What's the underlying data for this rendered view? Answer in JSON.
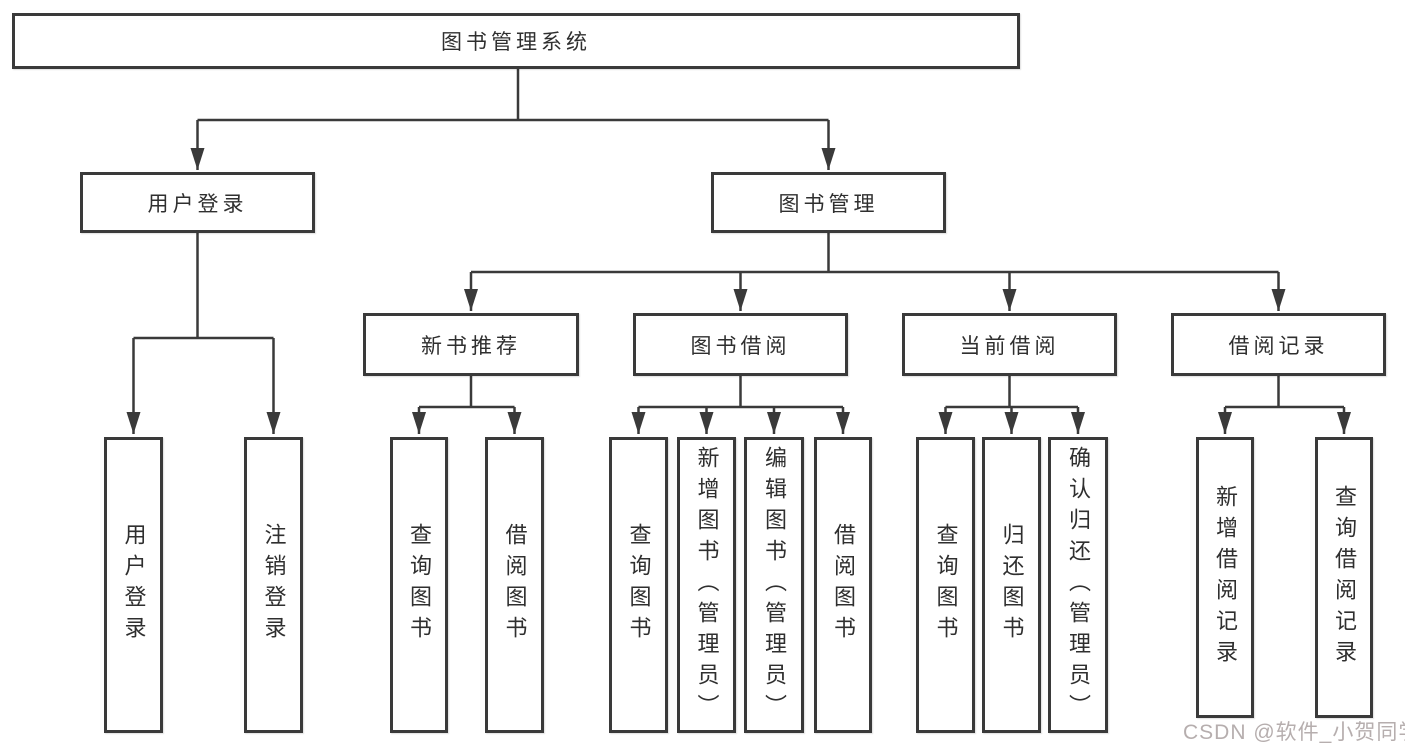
{
  "diagram": {
    "type": "hierarchy-tree",
    "root": {
      "label": "图书管理系统"
    },
    "branches": [
      {
        "label": "用户登录",
        "children": [
          {
            "label": "用户登录"
          },
          {
            "label": "注销登录"
          }
        ]
      },
      {
        "label": "图书管理",
        "children": [
          {
            "label": "新书推荐",
            "children": [
              {
                "label": "查询图书"
              },
              {
                "label": "借阅图书"
              }
            ]
          },
          {
            "label": "图书借阅",
            "children": [
              {
                "label": "查询图书"
              },
              {
                "label": "新增图书（管理员）"
              },
              {
                "label": "编辑图书（管理员）"
              },
              {
                "label": "借阅图书"
              }
            ]
          },
          {
            "label": "当前借阅",
            "children": [
              {
                "label": "查询图书"
              },
              {
                "label": "归还图书"
              },
              {
                "label": "确认归还（管理员）"
              }
            ]
          },
          {
            "label": "借阅记录",
            "children": [
              {
                "label": "新增借阅记录"
              },
              {
                "label": "查询借阅记录"
              }
            ]
          }
        ]
      }
    ]
  },
  "watermark": {
    "text": "CSDN @软件_小贺同学"
  },
  "colors": {
    "line": "#3a3a3a",
    "box_border": "#3a3a3a",
    "box_fill": "#ffffff",
    "text": "#2f2f2f",
    "watermark": "#b6aeae",
    "background": "#ffffff"
  }
}
